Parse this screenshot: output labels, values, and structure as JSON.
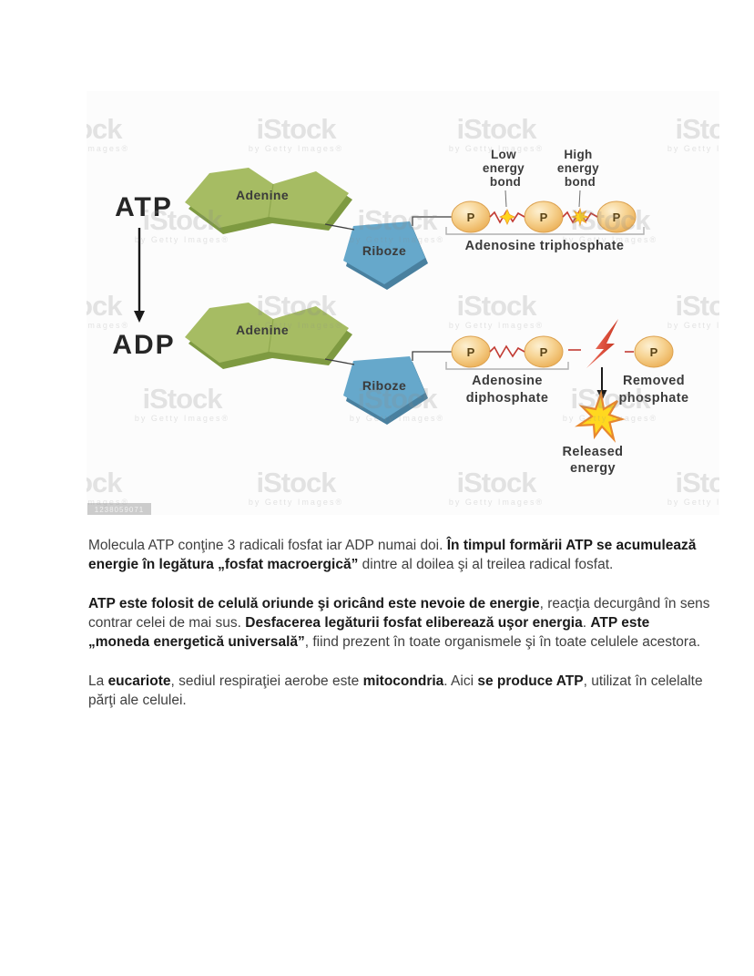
{
  "figure": {
    "watermark": {
      "brand": "iStock",
      "sub": "by Getty Images®"
    },
    "credit_id": "1238059071",
    "labels": {
      "atp": "ATP",
      "adp": "ADP",
      "adenine": "Adenine",
      "riboze": "Riboze",
      "p": "P",
      "low_energy": [
        "Low",
        "energy",
        "bond"
      ],
      "high_energy": [
        "High",
        "energy",
        "bond"
      ],
      "triphosphate": "Adenosine triphosphate",
      "diphosphate": [
        "Adenosine",
        "diphosphate"
      ],
      "removed": [
        "Removed",
        "phosphate"
      ],
      "released": [
        "Released",
        "energy"
      ]
    },
    "colors": {
      "adenine_green": "#a6bc63",
      "adenine_shadow": "#7e9a41",
      "riboze_blue": "#66a8cb",
      "riboze_shadow": "#49809f",
      "phosphate_orange": "#eeae52",
      "bond_red": "#c23b33",
      "spark_yellow": "#ffd51c",
      "bolt_red": "#d9513c",
      "burst_outline": "#e8872e"
    }
  },
  "article": {
    "paragraphs": [
      {
        "runs": [
          {
            "b": false,
            "t": "Molecula ATP conţine 3 radicali fosfat iar ADP numai doi. "
          },
          {
            "b": true,
            "t": "În timpul formării ATP se acumulează energie în legătura „fosfat macroergică”"
          },
          {
            "b": false,
            "t": " dintre al doilea şi al treilea radical fosfat."
          }
        ]
      },
      {
        "runs": [
          {
            "b": true,
            "t": "ATP este folosit de celulă oriunde şi oricând este nevoie de energie"
          },
          {
            "b": false,
            "t": ", reacţia decurgând în sens contrar celei de mai sus. "
          },
          {
            "b": true,
            "t": "Desfacerea legăturii fosfat eliberează uşor energia"
          },
          {
            "b": false,
            "t": ". "
          },
          {
            "b": true,
            "t": "ATP este „moneda energetică universală”"
          },
          {
            "b": false,
            "t": ", fiind prezent în toate organismele şi în toate celulele acestora."
          }
        ]
      },
      {
        "runs": [
          {
            "b": false,
            "t": "La "
          },
          {
            "b": true,
            "t": "eucariote"
          },
          {
            "b": false,
            "t": ", sediul respiraţiei aerobe este "
          },
          {
            "b": true,
            "t": "mitocondria"
          },
          {
            "b": false,
            "t": ". Aici "
          },
          {
            "b": true,
            "t": "se produce ATP"
          },
          {
            "b": false,
            "t": ", utilizat în celelalte părţi ale celulei."
          }
        ]
      }
    ]
  }
}
